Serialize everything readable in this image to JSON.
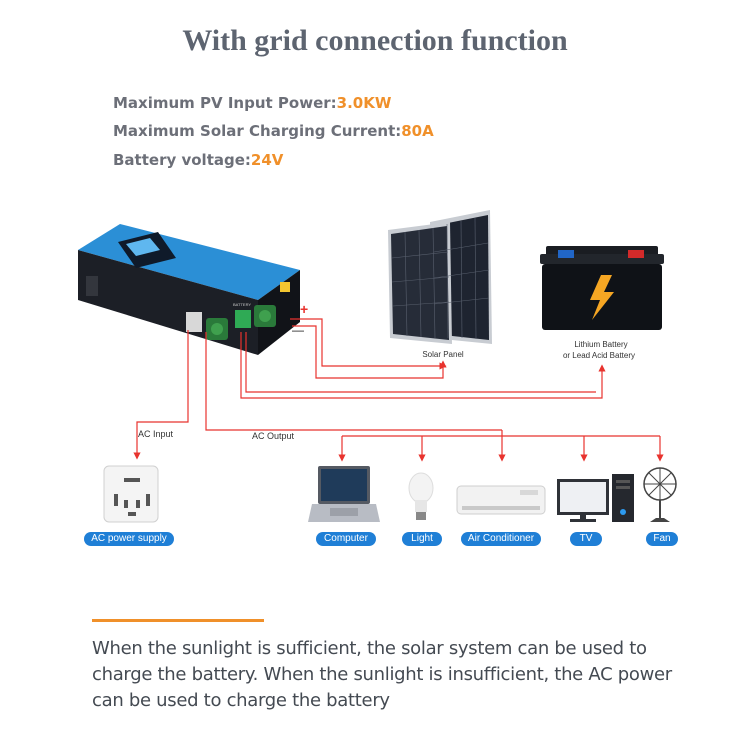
{
  "title": "With grid connection function",
  "specs": [
    {
      "label": "Maximum PV Input Power:",
      "value": "3.0KW"
    },
    {
      "label": "Maximum Solar Charging Current:",
      "value": "80A"
    },
    {
      "label": "Battery voltage:",
      "value": "24V"
    }
  ],
  "inverter": {
    "screen_label": "BATTERY"
  },
  "polarity": {
    "plus": "+",
    "minus": "—"
  },
  "labels": {
    "solar_panel": "Solar Panel",
    "battery_line1": "Lithium Battery",
    "battery_line2": "or Lead Acid Battery",
    "ac_input": "AC  Input",
    "ac_output": "AC Output"
  },
  "devices": {
    "ac_supply": "AC power supply",
    "computer": "Computer",
    "light": "Light",
    "air_conditioner": "Air Conditioner",
    "tv": "TV",
    "fan": "Fan"
  },
  "description": "When the sunlight is sufficient, the solar system can be used to charge the battery. When the sunlight is insufficient, the AC power can be used to charge the battery",
  "colors": {
    "accent": "#f0902a",
    "wire": "#e8332e",
    "pill": "#1f7fd6",
    "inverter_blue": "#2b8fd6"
  }
}
